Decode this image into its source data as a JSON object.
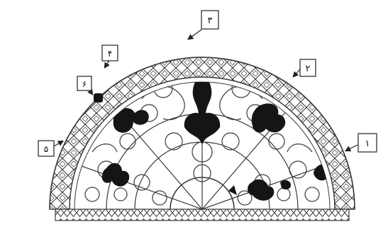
{
  "diagram": {
    "labels": [
      {
        "id": "label-1",
        "text": "١"
      },
      {
        "id": "label-2",
        "text": "٢"
      },
      {
        "id": "label-3",
        "text": "٣"
      },
      {
        "id": "label-4",
        "text": "۴"
      },
      {
        "id": "label-5",
        "text": "۵"
      },
      {
        "id": "label-6",
        "text": "۶"
      }
    ],
    "colors": {
      "stroke": "#3a3a3a",
      "fill_dark": "#151515",
      "band": "#ffffff",
      "background": "#ffffff"
    }
  }
}
